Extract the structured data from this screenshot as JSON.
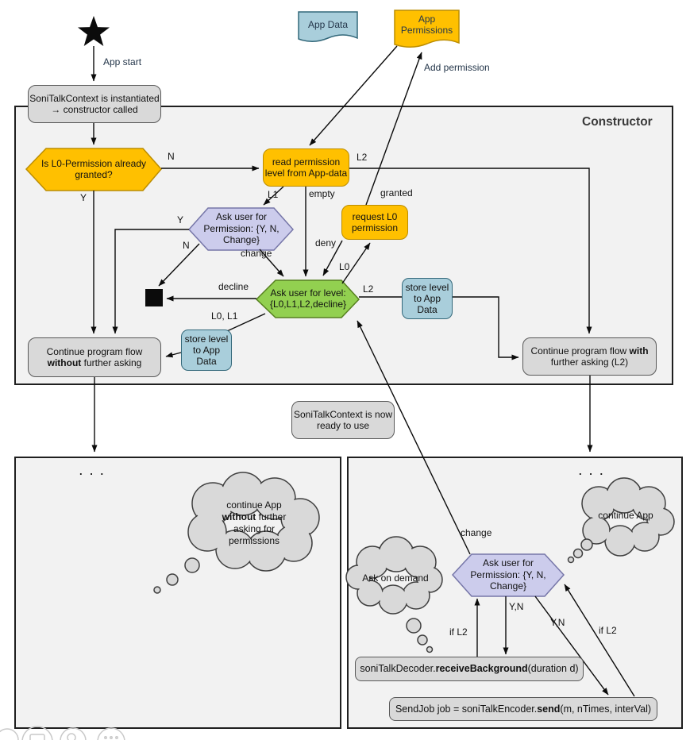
{
  "constructor_label": "Constructor",
  "nodes": {
    "soni_init": "SoniTalkContext is instantiated → constructor called",
    "q_l0": "Is L0-Permission already granted?",
    "read_level": "read permission level from App-data",
    "ask_permission1": "Ask user for Permission: {Y, N, Change}",
    "request_l0": "request L0 permission",
    "ask_level": "Ask user for level: {L0,L1,L2,decline}",
    "store_level_left": "store level to App Data",
    "store_level_right": "store level to App Data",
    "continue_without": {
      "pre": "Continue program flow",
      "bold": "without",
      "post": "further asking"
    },
    "continue_with": {
      "pre": "Continue program flow",
      "bold": "with",
      "post": "further asking (L2)"
    },
    "ready": "SoniTalkContext is now ready to use",
    "app_data": "App Data",
    "app_permissions": "App Permissions",
    "ask_permission2": "Ask user for Permission: {Y, N, Change}",
    "decoder_call": {
      "pre": "soniTalkDecoder.",
      "bold": "receiveBackground",
      "post": "(duration d)"
    },
    "send_call": {
      "pre": "SendJob job = soniTalkEncoder.",
      "bold": "send",
      "post": "(m, nTimes, interVal)"
    }
  },
  "clouds": {
    "without": {
      "l1": "continue App",
      "bold": "without",
      "l2": "further",
      "l3": "asking for",
      "l4": "permissions"
    },
    "continue_app": "continue App",
    "ask_on_demand": "Ask on demand"
  },
  "edge_labels": {
    "app_start": "App start",
    "add_permission": "Add permission",
    "n1": "N",
    "y1": "Y",
    "l2_top": "L2",
    "l1": "L1",
    "empty": "empty",
    "granted": "granted",
    "deny": "deny",
    "l0": "L0",
    "y2": "Y",
    "n2": "N",
    "change1": "change",
    "decline": "decline",
    "l0_l1": "L0, L1",
    "l2_mid": "L2",
    "dots_left": ". . .",
    "dots_right": ". . .",
    "change2": "change",
    "yn1": "Y,N",
    "yn2": "Y,N",
    "if_l2_left": "if L2",
    "if_l2_right": "if L2"
  },
  "colors": {
    "orange_fill": "#FFC000",
    "orange_border": "#BC8D00",
    "cyan_fill": "#A9CEDB",
    "cyan_border": "#33687A",
    "purple_fill": "#CCCCEC",
    "purple_border": "#7676A8",
    "green_fill": "#92D050",
    "green_border": "#56801F",
    "gray_fill": "#D9D9D9",
    "gray_border": "#595959",
    "panel_fill": "#F2F2F2",
    "panel_border": "#1F1F1F"
  }
}
